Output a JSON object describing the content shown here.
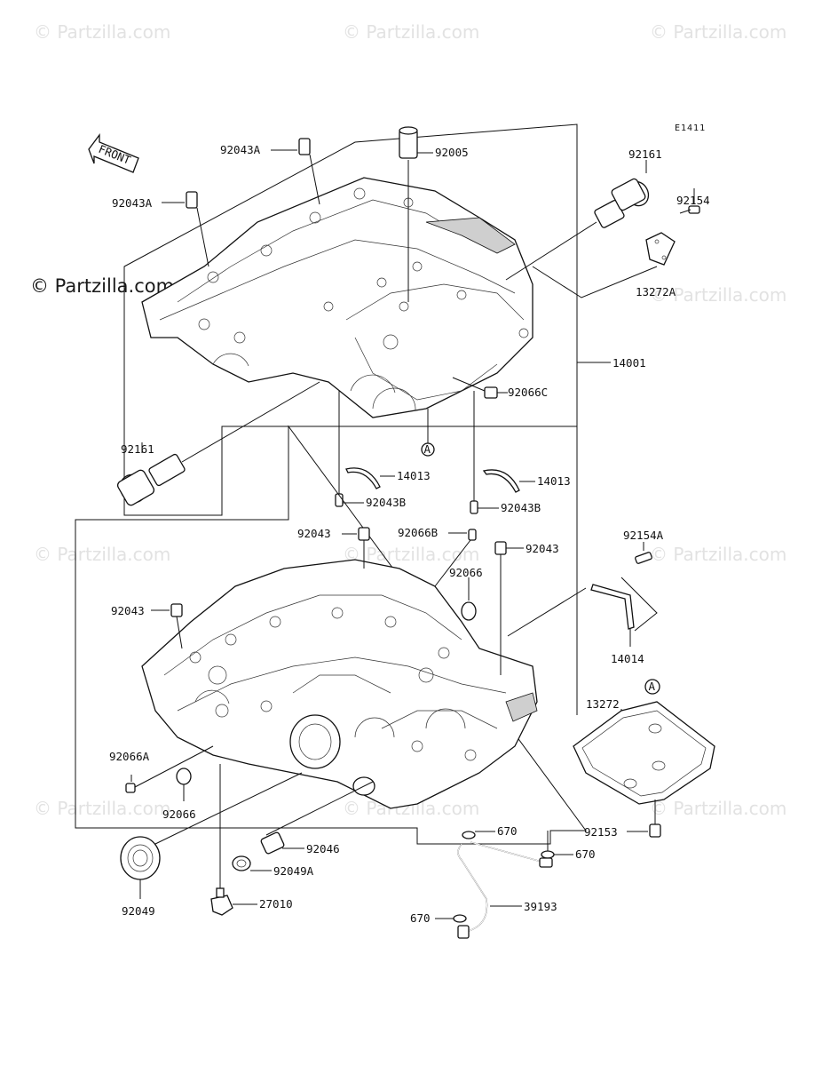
{
  "diagram_code": "E1411",
  "front_label": "FRONT",
  "watermarks": {
    "text": "© Partzilla.com",
    "featured": "© Partzilla.com"
  },
  "reference_marks": [
    "A",
    "A"
  ],
  "part_labels": {
    "p92043A_top": "92043A",
    "p92005": "92005",
    "p92043A_left": "92043A",
    "p92161_top": "92161",
    "p92154": "92154",
    "p13272A": "13272A",
    "p14001": "14001",
    "p92066C": "92066C",
    "p92161_left": "92161",
    "p14013_left": "14013",
    "p92043B_left": "92043B",
    "p14013_right": "14013",
    "p92043B_right": "92043B",
    "p92043_mid": "92043",
    "p92066B": "92066B",
    "p92043_right": "92043",
    "p92066": "92066",
    "p92043_left": "92043",
    "p92154A": "92154A",
    "p14014": "14014",
    "p13272": "13272",
    "p92066A": "92066A",
    "p92066_lower": "92066",
    "p92153": "92153",
    "p670_a": "670",
    "p670_b": "670",
    "p92046": "92046",
    "p92049A": "92049A",
    "p92049": "92049",
    "p27010": "27010",
    "p39193": "39193",
    "p670_c": "670"
  }
}
